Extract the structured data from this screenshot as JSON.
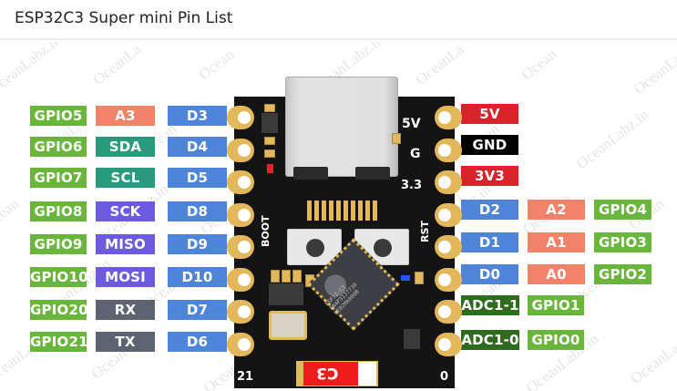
{
  "page": {
    "title": "ESP32C3 Super mini Pin List"
  },
  "watermark": {
    "text_a": "OceanLabz.in",
    "text_b": "OceanLa",
    "text_c": "Ocean"
  },
  "colors": {
    "gpio": "#6ab63c",
    "analog": "#f2836b",
    "i2c": "#2a9a7c",
    "spi": "#6c5ae0",
    "uart": "#5d6370",
    "digital": "#4f85d9",
    "power": "#d8232a",
    "ground": "#000000",
    "adc": "#2f6b1f",
    "pcb": "#141414",
    "pad": "#e3b85a"
  },
  "left_pins": [
    {
      "gpio": "GPIO5",
      "func": "A3",
      "func_type": "analog",
      "digital": "D3"
    },
    {
      "gpio": "GPIO6",
      "func": "SDA",
      "func_type": "i2c",
      "digital": "D4"
    },
    {
      "gpio": "GPIO7",
      "func": "SCL",
      "func_type": "i2c",
      "digital": "D5"
    },
    {
      "gpio": "GPIO8",
      "func": "SCK",
      "func_type": "spi",
      "digital": "D8"
    },
    {
      "gpio": "GPIO9",
      "func": "MISO",
      "func_type": "spi",
      "digital": "D9"
    },
    {
      "gpio": "GPIO10",
      "func": "MOSI",
      "func_type": "spi",
      "digital": "D10"
    },
    {
      "gpio": "GPIO20",
      "func": "RX",
      "func_type": "uart",
      "digital": "D7"
    },
    {
      "gpio": "GPIO21",
      "func": "TX",
      "func_type": "uart",
      "digital": "D6"
    }
  ],
  "right_pins": [
    {
      "first": "5V",
      "first_type": "power"
    },
    {
      "first": "GND",
      "first_type": "ground"
    },
    {
      "first": "3V3",
      "first_type": "power"
    },
    {
      "first": "D2",
      "first_type": "digital",
      "second": "A2",
      "second_type": "analog",
      "third": "GPIO4",
      "third_type": "gpio"
    },
    {
      "first": "D1",
      "first_type": "digital",
      "second": "A1",
      "second_type": "analog",
      "third": "GPIO3",
      "third_type": "gpio"
    },
    {
      "first": "D0",
      "first_type": "digital",
      "second": "A0",
      "second_type": "analog",
      "third": "GPIO2",
      "third_type": "gpio"
    },
    {
      "first": "ADC1-1",
      "first_type": "adc",
      "second": "GPIO1",
      "second_type": "gpio"
    },
    {
      "first": "ADC1-0",
      "first_type": "adc",
      "second": "GPIO0",
      "second_type": "gpio"
    }
  ],
  "board": {
    "silk_5v": "5V",
    "silk_g": "G",
    "silk_33": "3.3",
    "silk_boot": "BOOT",
    "silk_rst": "RST",
    "silk_21": "21",
    "silk_0": "0",
    "antenna_label": "C3",
    "chip_line1": "ESP32-C3",
    "chip_line2": "FN4P31J7730",
    "chip_line3": "UE02MA000B"
  }
}
